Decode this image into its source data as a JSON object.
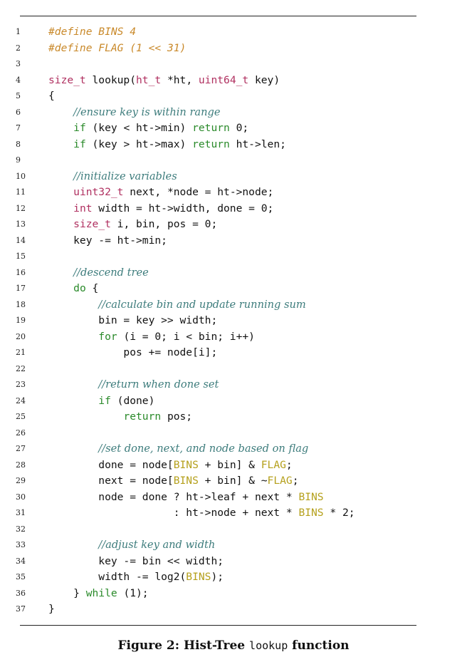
{
  "listing": {
    "lines": [
      {
        "n": "1",
        "tokens": [
          {
            "t": "#define BINS 4",
            "k": "pp"
          }
        ]
      },
      {
        "n": "2",
        "tokens": [
          {
            "t": "#define FLAG (1 << 31)",
            "k": "pp"
          }
        ]
      },
      {
        "n": "3",
        "tokens": []
      },
      {
        "n": "4",
        "tokens": [
          {
            "t": "size_t",
            "k": "ty"
          },
          {
            "t": " lookup(",
            "k": ""
          },
          {
            "t": "ht_t",
            "k": "ty"
          },
          {
            "t": " *ht, ",
            "k": ""
          },
          {
            "t": "uint64_t",
            "k": "ty"
          },
          {
            "t": " key)",
            "k": ""
          }
        ]
      },
      {
        "n": "5",
        "tokens": [
          {
            "t": "{",
            "k": ""
          }
        ]
      },
      {
        "n": "6",
        "tokens": [
          {
            "t": "    ",
            "k": ""
          },
          {
            "t": "//ensure key is within range",
            "k": "cm"
          }
        ]
      },
      {
        "n": "7",
        "tokens": [
          {
            "t": "    ",
            "k": ""
          },
          {
            "t": "if",
            "k": "kw"
          },
          {
            "t": " (key < ht->min) ",
            "k": ""
          },
          {
            "t": "return",
            "k": "kw"
          },
          {
            "t": " 0;",
            "k": ""
          }
        ]
      },
      {
        "n": "8",
        "tokens": [
          {
            "t": "    ",
            "k": ""
          },
          {
            "t": "if",
            "k": "kw"
          },
          {
            "t": " (key > ht->max) ",
            "k": ""
          },
          {
            "t": "return",
            "k": "kw"
          },
          {
            "t": " ht->len;",
            "k": ""
          }
        ]
      },
      {
        "n": "9",
        "tokens": []
      },
      {
        "n": "10",
        "tokens": [
          {
            "t": "    ",
            "k": ""
          },
          {
            "t": "//initialize variables",
            "k": "cm"
          }
        ]
      },
      {
        "n": "11",
        "tokens": [
          {
            "t": "    ",
            "k": ""
          },
          {
            "t": "uint32_t",
            "k": "ty"
          },
          {
            "t": " next, *node = ht->node;",
            "k": ""
          }
        ]
      },
      {
        "n": "12",
        "tokens": [
          {
            "t": "    ",
            "k": ""
          },
          {
            "t": "int",
            "k": "ty"
          },
          {
            "t": " width = ht->width, done = 0;",
            "k": ""
          }
        ]
      },
      {
        "n": "13",
        "tokens": [
          {
            "t": "    ",
            "k": ""
          },
          {
            "t": "size_t",
            "k": "ty"
          },
          {
            "t": " i, bin, pos = 0;",
            "k": ""
          }
        ]
      },
      {
        "n": "14",
        "tokens": [
          {
            "t": "    key -= ht->min;",
            "k": ""
          }
        ]
      },
      {
        "n": "15",
        "tokens": []
      },
      {
        "n": "16",
        "tokens": [
          {
            "t": "    ",
            "k": ""
          },
          {
            "t": "//descend tree",
            "k": "cm"
          }
        ]
      },
      {
        "n": "17",
        "tokens": [
          {
            "t": "    ",
            "k": ""
          },
          {
            "t": "do",
            "k": "kw"
          },
          {
            "t": " {",
            "k": ""
          }
        ]
      },
      {
        "n": "18",
        "tokens": [
          {
            "t": "        ",
            "k": ""
          },
          {
            "t": "//calculate bin and update running sum",
            "k": "cm"
          }
        ]
      },
      {
        "n": "19",
        "tokens": [
          {
            "t": "        bin = key >> width;",
            "k": ""
          }
        ]
      },
      {
        "n": "20",
        "tokens": [
          {
            "t": "        ",
            "k": ""
          },
          {
            "t": "for",
            "k": "kw"
          },
          {
            "t": " (i = 0; i < bin; i++)",
            "k": ""
          }
        ]
      },
      {
        "n": "21",
        "tokens": [
          {
            "t": "            pos += node[i];",
            "k": ""
          }
        ]
      },
      {
        "n": "22",
        "tokens": []
      },
      {
        "n": "23",
        "tokens": [
          {
            "t": "        ",
            "k": ""
          },
          {
            "t": "//return when done set",
            "k": "cm"
          }
        ]
      },
      {
        "n": "24",
        "tokens": [
          {
            "t": "        ",
            "k": ""
          },
          {
            "t": "if",
            "k": "kw"
          },
          {
            "t": " (done)",
            "k": ""
          }
        ]
      },
      {
        "n": "25",
        "tokens": [
          {
            "t": "            ",
            "k": ""
          },
          {
            "t": "return",
            "k": "kw"
          },
          {
            "t": " pos;",
            "k": ""
          }
        ]
      },
      {
        "n": "26",
        "tokens": []
      },
      {
        "n": "27",
        "tokens": [
          {
            "t": "        ",
            "k": ""
          },
          {
            "t": "//set done, next, and node based on flag",
            "k": "cm"
          }
        ]
      },
      {
        "n": "28",
        "tokens": [
          {
            "t": "        done = node[",
            "k": ""
          },
          {
            "t": "BINS",
            "k": "mc"
          },
          {
            "t": " + bin] & ",
            "k": ""
          },
          {
            "t": "FLAG",
            "k": "mc"
          },
          {
            "t": ";",
            "k": ""
          }
        ]
      },
      {
        "n": "29",
        "tokens": [
          {
            "t": "        next = node[",
            "k": ""
          },
          {
            "t": "BINS",
            "k": "mc"
          },
          {
            "t": " + bin] & ~",
            "k": ""
          },
          {
            "t": "FLAG",
            "k": "mc"
          },
          {
            "t": ";",
            "k": ""
          }
        ]
      },
      {
        "n": "30",
        "tokens": [
          {
            "t": "        node = done ? ht->leaf + next * ",
            "k": ""
          },
          {
            "t": "BINS",
            "k": "mc"
          }
        ]
      },
      {
        "n": "31",
        "tokens": [
          {
            "t": "                    : ht->node + next * ",
            "k": ""
          },
          {
            "t": "BINS",
            "k": "mc"
          },
          {
            "t": " * 2;",
            "k": ""
          }
        ]
      },
      {
        "n": "32",
        "tokens": []
      },
      {
        "n": "33",
        "tokens": [
          {
            "t": "        ",
            "k": ""
          },
          {
            "t": "//adjust key and width",
            "k": "cm"
          }
        ]
      },
      {
        "n": "34",
        "tokens": [
          {
            "t": "        key -= bin << width;",
            "k": ""
          }
        ]
      },
      {
        "n": "35",
        "tokens": [
          {
            "t": "        width -= log2(",
            "k": ""
          },
          {
            "t": "BINS",
            "k": "mc"
          },
          {
            "t": ");",
            "k": ""
          }
        ]
      },
      {
        "n": "36",
        "tokens": [
          {
            "t": "    } ",
            "k": ""
          },
          {
            "t": "while",
            "k": "kw"
          },
          {
            "t": " (1);",
            "k": ""
          }
        ]
      },
      {
        "n": "37",
        "tokens": [
          {
            "t": "}",
            "k": ""
          }
        ]
      }
    ]
  },
  "caption": {
    "prefix": "Figure 2: Hist-Tree ",
    "code": "lookup",
    "suffix": " function"
  }
}
